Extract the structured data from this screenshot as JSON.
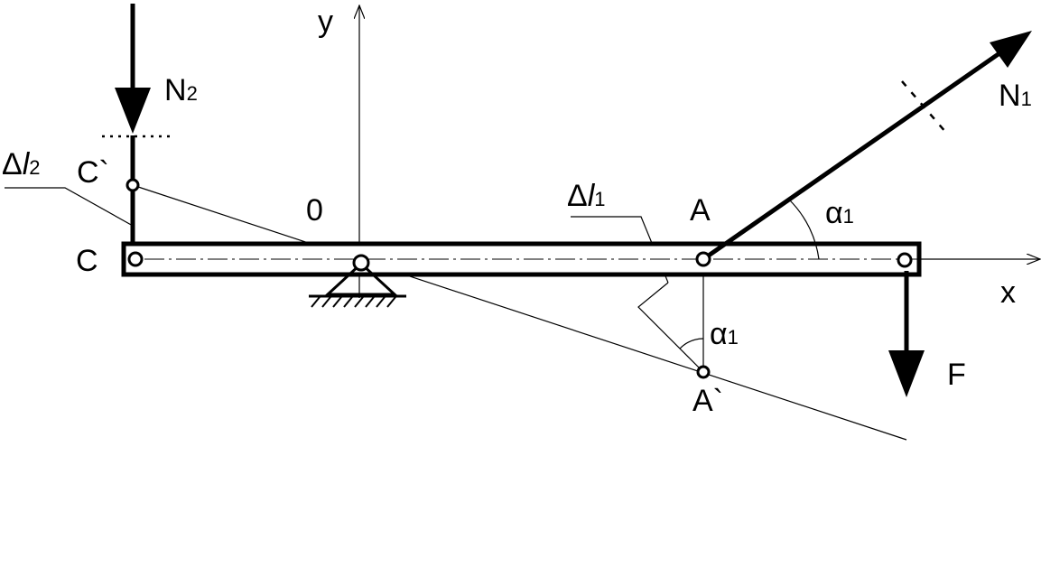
{
  "labels": {
    "y_axis": "y",
    "x_axis": "x",
    "origin": "0",
    "point_c": "C",
    "point_c_prime": "C`",
    "point_a": "A",
    "point_a_prime": "A`",
    "force_f": "F",
    "force_n1": {
      "main": "N",
      "sub": "1"
    },
    "force_n2": {
      "main": "N",
      "sub": "2"
    },
    "delta_l1": {
      "delta": "Δ",
      "l": "l",
      "sub": "1"
    },
    "delta_l2": {
      "delta": "Δ",
      "l": "l",
      "sub": "2"
    },
    "alpha_top": {
      "main": "α",
      "sub": "1"
    },
    "alpha_bottom": {
      "main": "α",
      "sub": "1"
    }
  },
  "colors": {
    "ink": "#000000",
    "background": "#ffffff"
  }
}
